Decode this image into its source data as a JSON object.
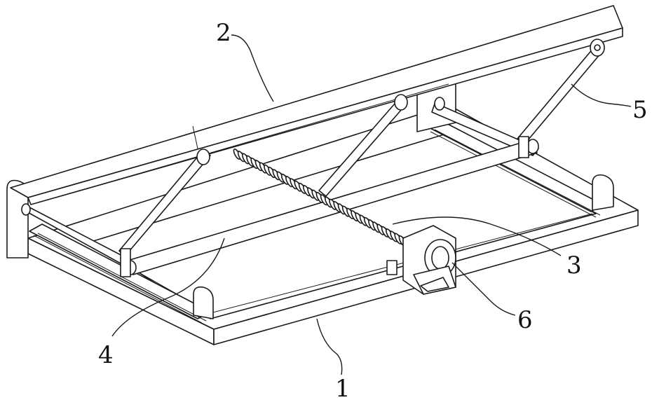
{
  "labels": {
    "base": "1",
    "panel": "2",
    "screw": "3",
    "slide_rod": "4",
    "support_arm": "5",
    "motor": "6"
  }
}
